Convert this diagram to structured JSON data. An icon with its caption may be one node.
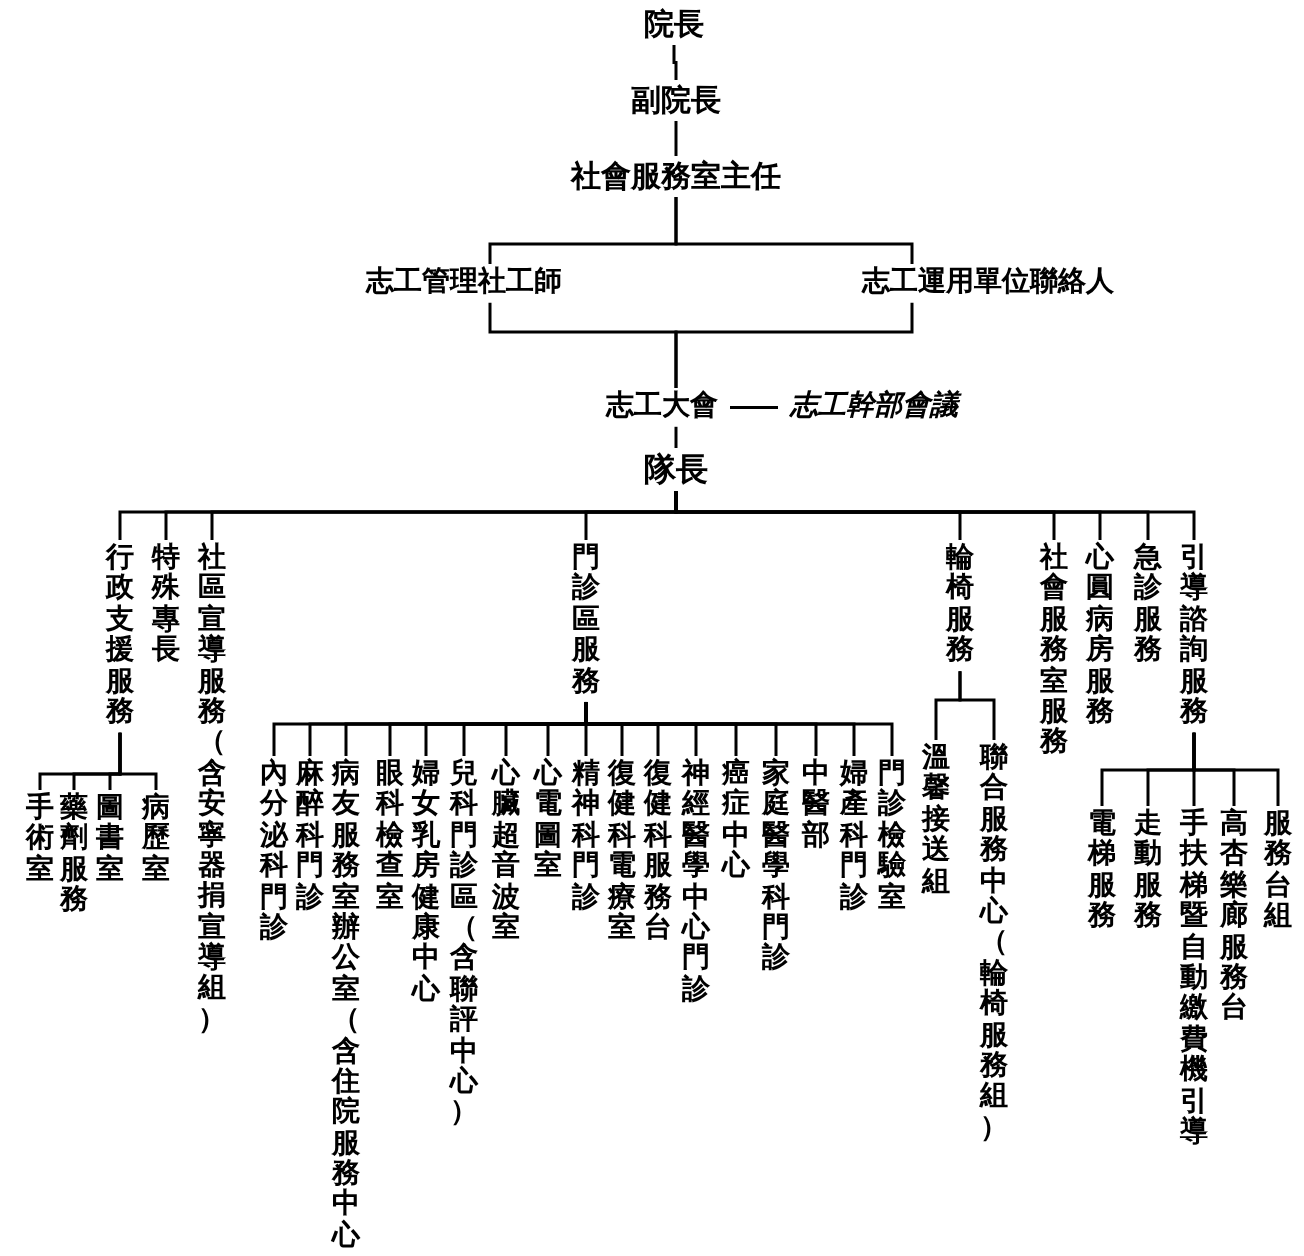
{
  "diagram": {
    "nodes": [
      {
        "text": [
          "院長"
        ]
      },
      {
        "text": [
          "副院長"
        ]
      },
      {
        "text": [
          "社會服務室主任"
        ]
      },
      {
        "text": [
          "志工管理社工師"
        ]
      },
      {
        "text": [
          "志工運用單位聯絡人"
        ]
      },
      {
        "text": [
          "志工大會"
        ]
      },
      {
        "text": [
          "志工幹部會議"
        ]
      },
      {
        "text": [
          "隊長"
        ]
      },
      {
        "text": [
          "行政支援服務"
        ]
      },
      {
        "text": [
          "特殊專長"
        ]
      },
      {
        "text": [
          "社區宣導服務（含安寧器捐宣導組）"
        ]
      },
      {
        "text": [
          "門診區服務"
        ]
      },
      {
        "text": [
          "輪椅服務"
        ]
      },
      {
        "text": [
          "社會服務室服務"
        ]
      },
      {
        "text": [
          "心圓病房服務"
        ]
      },
      {
        "text": [
          "急診服務"
        ]
      },
      {
        "text": [
          "引導諮詢服務"
        ]
      },
      {
        "text": [
          "手術室"
        ]
      },
      {
        "text": [
          "藥劑服務"
        ]
      },
      {
        "text": [
          "圖書室"
        ]
      },
      {
        "text": [
          "病歷室"
        ]
      },
      {
        "text": [
          "內分泌科門診"
        ]
      },
      {
        "text": [
          "麻醉科門診"
        ]
      },
      {
        "text": [
          "病友服務室辦公室（含住院服務中心"
        ]
      },
      {
        "text": [
          "眼科檢查室"
        ]
      },
      {
        "text": [
          "婦女乳房健康中心"
        ]
      },
      {
        "text": [
          "兒科門診區（含聯評中心）"
        ]
      },
      {
        "text": [
          "心臟超音波室"
        ]
      },
      {
        "text": [
          "心電圖室"
        ]
      },
      {
        "text": [
          "精神科門診"
        ]
      },
      {
        "text": [
          "復健科電療室"
        ]
      },
      {
        "text": [
          "復健科服務台"
        ]
      },
      {
        "text": [
          "神經醫學中心門診"
        ]
      },
      {
        "text": [
          "癌症中心"
        ]
      },
      {
        "text": [
          "家庭醫學科門診"
        ]
      },
      {
        "text": [
          "中醫部"
        ]
      },
      {
        "text": [
          "婦產科門診"
        ]
      },
      {
        "text": [
          "門診檢驗室"
        ]
      },
      {
        "text": [
          "溫馨接送組"
        ]
      },
      {
        "text": [
          "聯合服務中心（輪椅服務組）"
        ]
      },
      {
        "text": [
          "電梯服務"
        ]
      },
      {
        "text": [
          "走動服務"
        ]
      },
      {
        "text": [
          "手扶梯暨自動繳費機引導"
        ]
      },
      {
        "text": [
          "高杏樂廊服務台"
        ]
      },
      {
        "text": [
          "服務台組"
        ]
      }
    ],
    "edges": [
      {
        "from": 0,
        "to": 1,
        "arrow": "none"
      },
      {
        "from": 1,
        "to": 2,
        "arrow": "none"
      },
      {
        "from": 2,
        "to": 3,
        "arrow": "none"
      },
      {
        "from": 2,
        "to": 4,
        "arrow": "none"
      },
      {
        "from": 3,
        "to": 5,
        "arrow": "none"
      },
      {
        "from": 4,
        "to": 5,
        "arrow": "none"
      },
      {
        "from": 5,
        "to": 6,
        "arrow": "none"
      },
      {
        "from": 5,
        "to": 7,
        "arrow": "none"
      },
      {
        "from": 7,
        "to": 8,
        "arrow": "none"
      },
      {
        "from": 7,
        "to": 9,
        "arrow": "none"
      },
      {
        "from": 7,
        "to": 10,
        "arrow": "none"
      },
      {
        "from": 7,
        "to": 11,
        "arrow": "none"
      },
      {
        "from": 7,
        "to": 12,
        "arrow": "none"
      },
      {
        "from": 7,
        "to": 13,
        "arrow": "none"
      },
      {
        "from": 7,
        "to": 14,
        "arrow": "none"
      },
      {
        "from": 7,
        "to": 15,
        "arrow": "none"
      },
      {
        "from": 7,
        "to": 16,
        "arrow": "none"
      },
      {
        "from": 8,
        "to": 17,
        "arrow": "none"
      },
      {
        "from": 8,
        "to": 18,
        "arrow": "none"
      },
      {
        "from": 8,
        "to": 19,
        "arrow": "none"
      },
      {
        "from": 8,
        "to": 20,
        "arrow": "none"
      },
      {
        "from": 11,
        "to": 21,
        "arrow": "none"
      },
      {
        "from": 11,
        "to": 22,
        "arrow": "none"
      },
      {
        "from": 11,
        "to": 23,
        "arrow": "none"
      },
      {
        "from": 11,
        "to": 24,
        "arrow": "none"
      },
      {
        "from": 11,
        "to": 25,
        "arrow": "none"
      },
      {
        "from": 11,
        "to": 26,
        "arrow": "none"
      },
      {
        "from": 11,
        "to": 27,
        "arrow": "none"
      },
      {
        "from": 11,
        "to": 28,
        "arrow": "none"
      },
      {
        "from": 11,
        "to": 29,
        "arrow": "none"
      },
      {
        "from": 11,
        "to": 30,
        "arrow": "none"
      },
      {
        "from": 11,
        "to": 31,
        "arrow": "none"
      },
      {
        "from": 11,
        "to": 32,
        "arrow": "none"
      },
      {
        "from": 11,
        "to": 33,
        "arrow": "none"
      },
      {
        "from": 11,
        "to": 34,
        "arrow": "none"
      },
      {
        "from": 11,
        "to": 35,
        "arrow": "none"
      },
      {
        "from": 11,
        "to": 36,
        "arrow": "none"
      },
      {
        "from": 11,
        "to": 37,
        "arrow": "none"
      },
      {
        "from": 12,
        "to": 38,
        "arrow": "none"
      },
      {
        "from": 12,
        "to": 39,
        "arrow": "none"
      },
      {
        "from": 16,
        "to": 40,
        "arrow": "none"
      },
      {
        "from": 16,
        "to": 41,
        "arrow": "none"
      },
      {
        "from": 16,
        "to": 42,
        "arrow": "none"
      },
      {
        "from": 16,
        "to": 43,
        "arrow": "none"
      },
      {
        "from": 16,
        "to": 44,
        "arrow": "none"
      }
    ]
  }
}
